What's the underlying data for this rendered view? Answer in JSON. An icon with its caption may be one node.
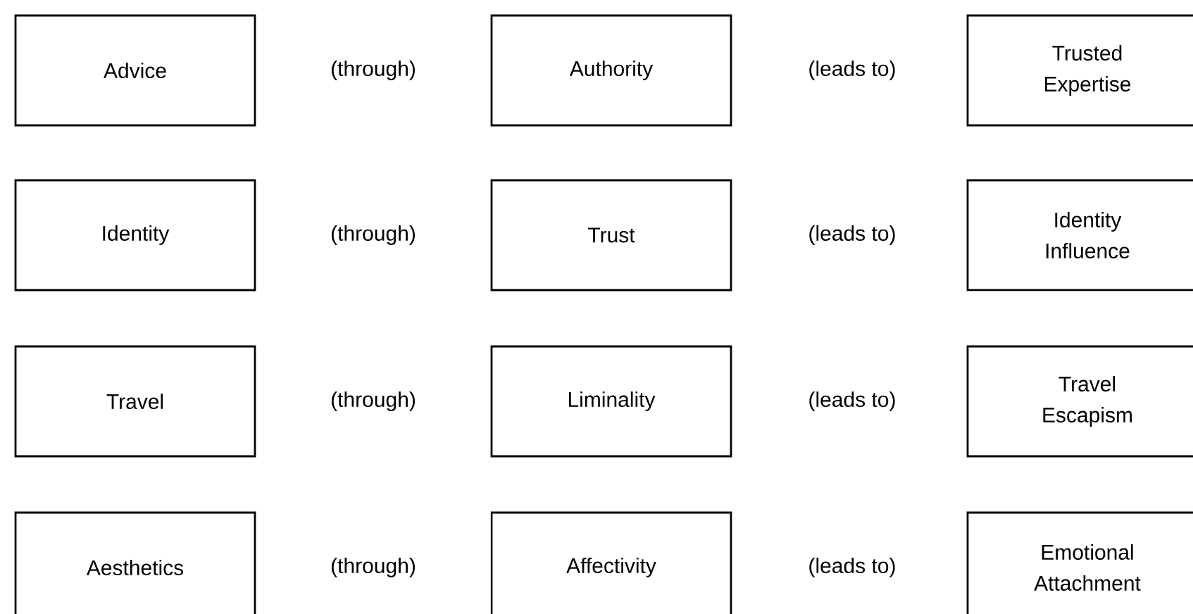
{
  "diagram": {
    "nodes": [
      {
        "text": [
          "Advice"
        ]
      },
      {
        "text": [
          "Authority"
        ]
      },
      {
        "text": [
          "Trusted Expertise"
        ]
      },
      {
        "text": [
          "Identity"
        ]
      },
      {
        "text": [
          "Trust"
        ]
      },
      {
        "text": [
          "Identity Influence"
        ]
      },
      {
        "text": [
          "Travel"
        ]
      },
      {
        "text": [
          "Liminality"
        ]
      },
      {
        "text": [
          "Travel Escapism"
        ]
      },
      {
        "text": [
          "Aesthetics"
        ]
      },
      {
        "text": [
          "Affectivity"
        ]
      },
      {
        "text": [
          "Emotional Attachment"
        ]
      }
    ],
    "labels": [
      "(through)",
      "(leads to)",
      "(through)",
      "(leads to)",
      "(through)",
      "(leads to)",
      "(through)",
      "(leads to)"
    ]
  }
}
